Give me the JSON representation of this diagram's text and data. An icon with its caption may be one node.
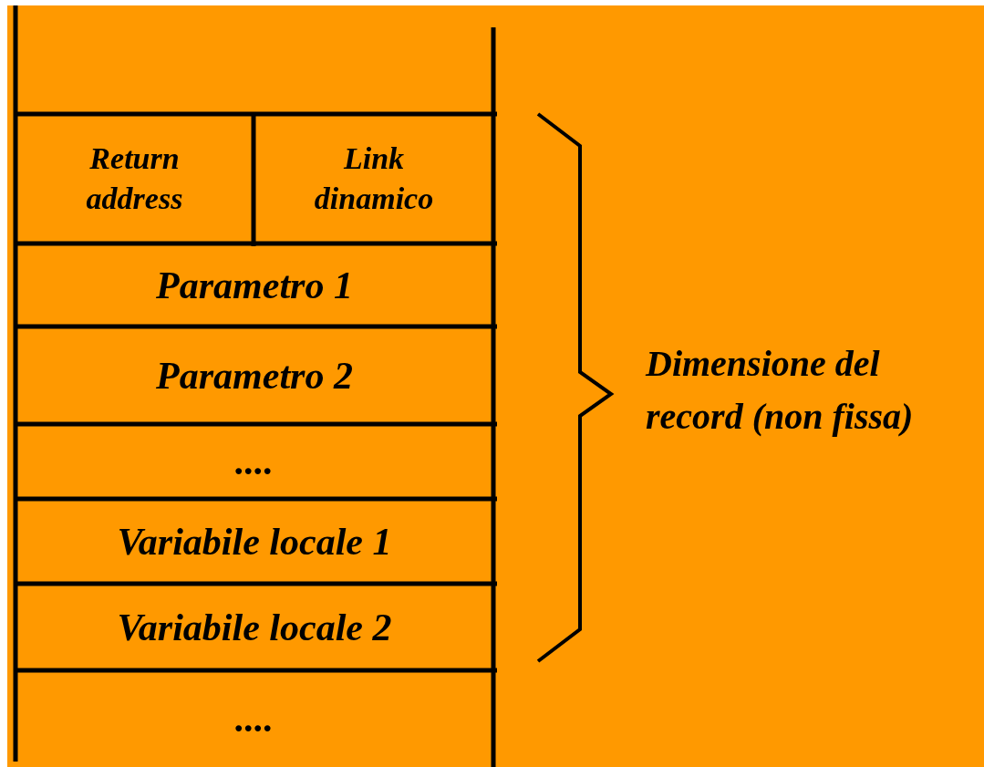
{
  "diagram": {
    "nodes": [
      {
        "text": [
          "Return address"
        ]
      },
      {
        "text": [
          "Link dinamico"
        ]
      },
      {
        "text": [
          "Parametro 1"
        ]
      },
      {
        "text": [
          "Parametro 2"
        ]
      },
      {
        "text": [
          "...."
        ]
      },
      {
        "text": [
          "Variabile locale 1"
        ]
      },
      {
        "text": [
          "Variabile locale 2"
        ]
      },
      {
        "text": [
          "...."
        ]
      }
    ],
    "labels": [
      "Dimensione del record (non fissa)"
    ]
  }
}
